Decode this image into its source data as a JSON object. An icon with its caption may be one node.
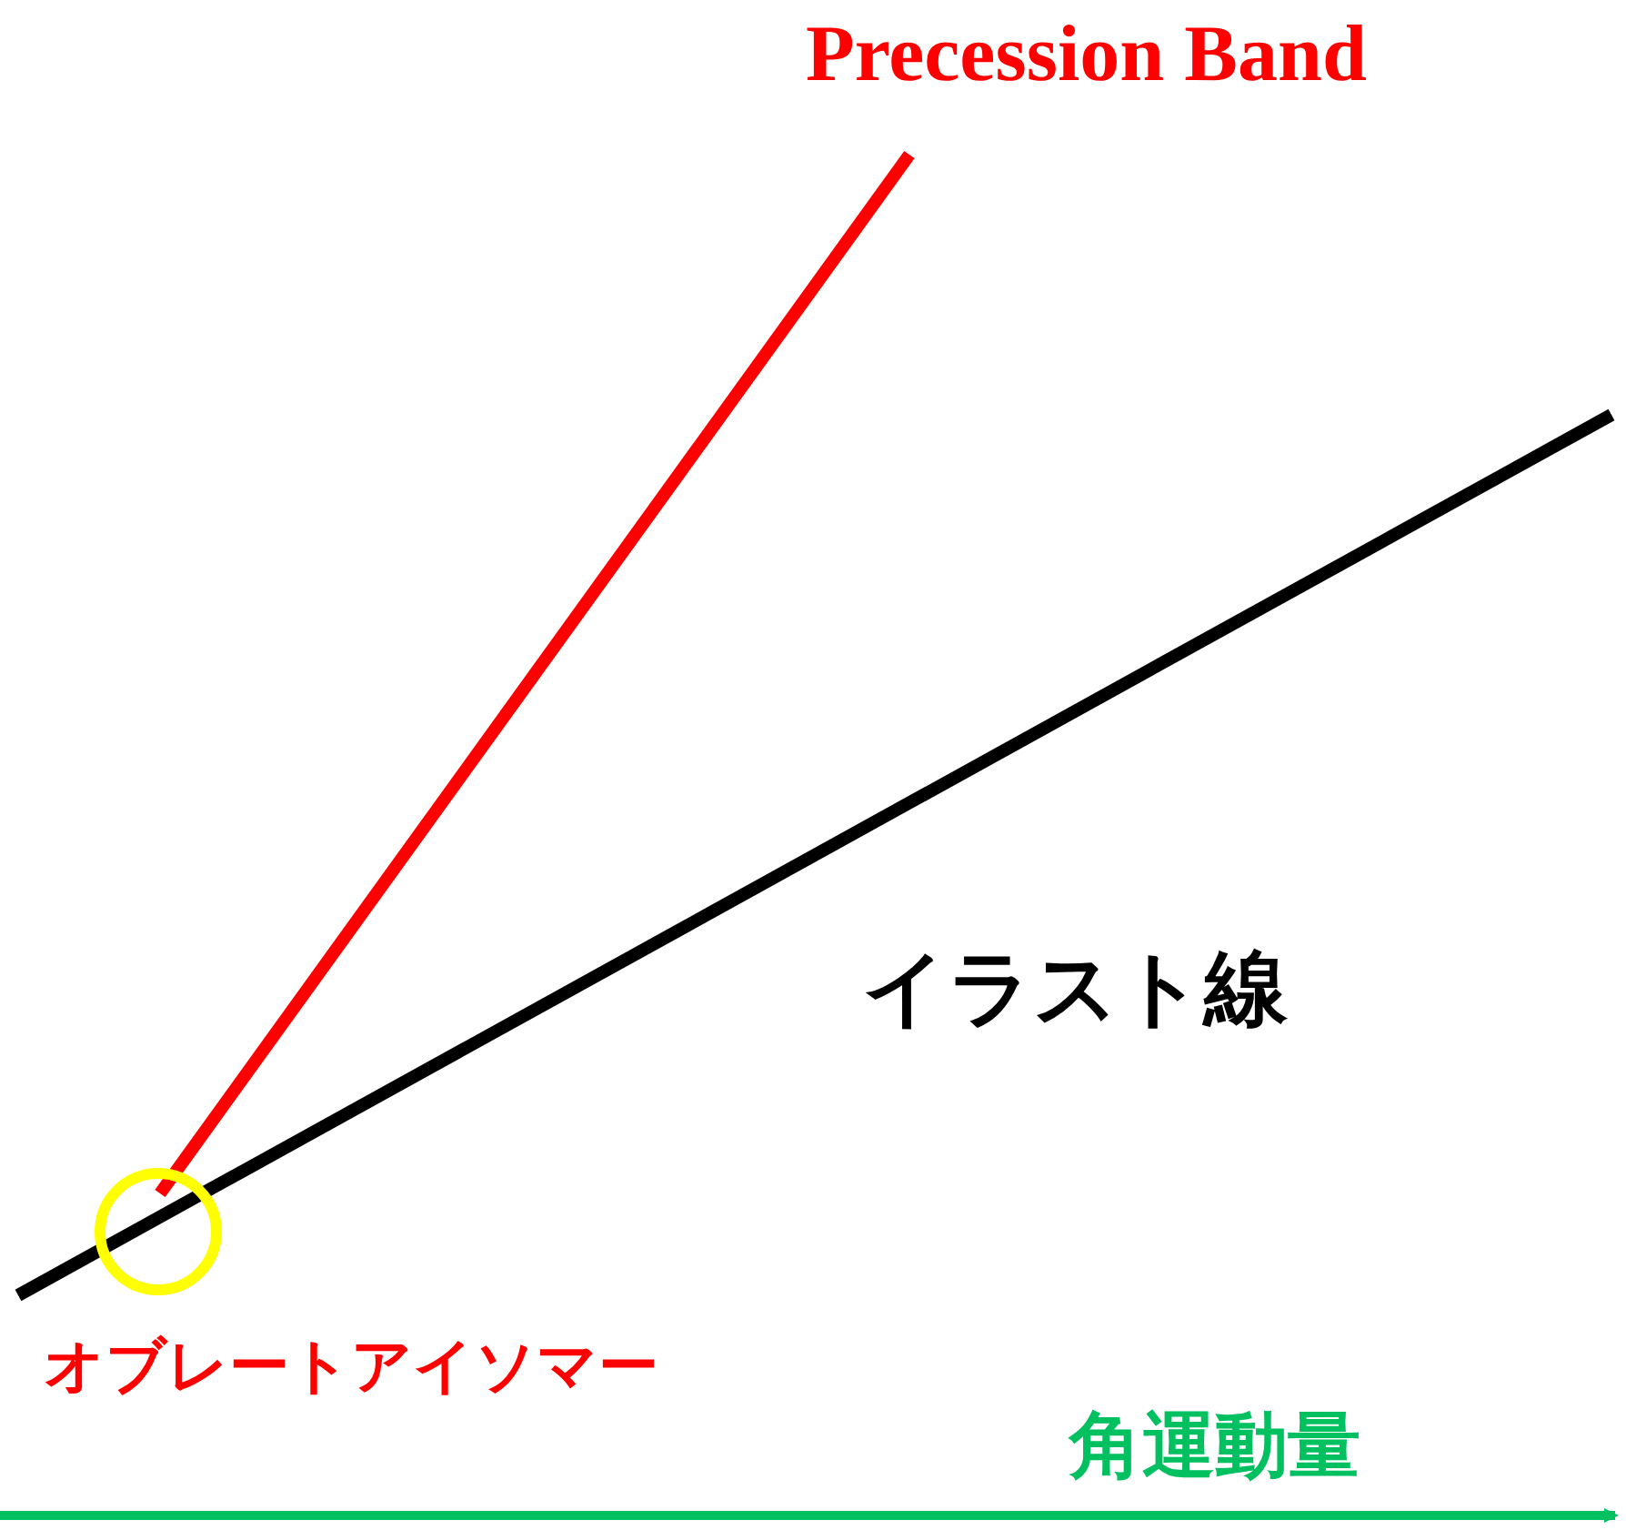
{
  "diagram": {
    "labels": [
      "Precession Band",
      "イラスト線",
      "オブレートアイソマー",
      "角運動量"
    ]
  }
}
